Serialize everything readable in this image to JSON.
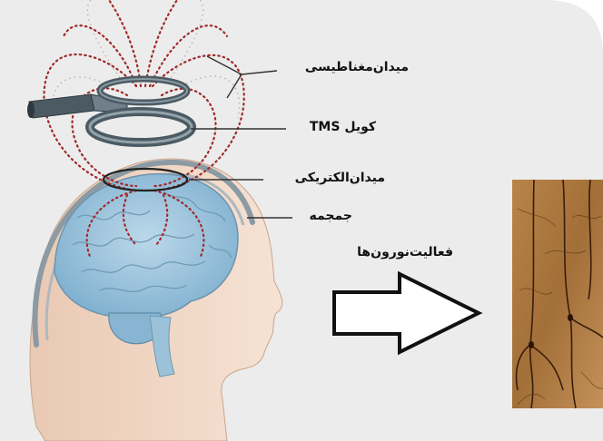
{
  "labels": {
    "magnetic_field": "میدان‌مغناطیسی",
    "tms_coil": "کویل TMS",
    "electric_field": "میدان‌الکتریکی",
    "skull": "جمجمه",
    "neuron_activity": "فعالیت‌نورون‌ها"
  },
  "colors": {
    "background_panel": "#ececec",
    "head_skin": "#f2dac8",
    "brain": "#9fc6dd",
    "field_lines": "#a02a2a",
    "coil": "#5c6f7a",
    "neuron_tissue": "#a5723c"
  },
  "icons": {
    "arrow": "right-arrow-icon"
  }
}
